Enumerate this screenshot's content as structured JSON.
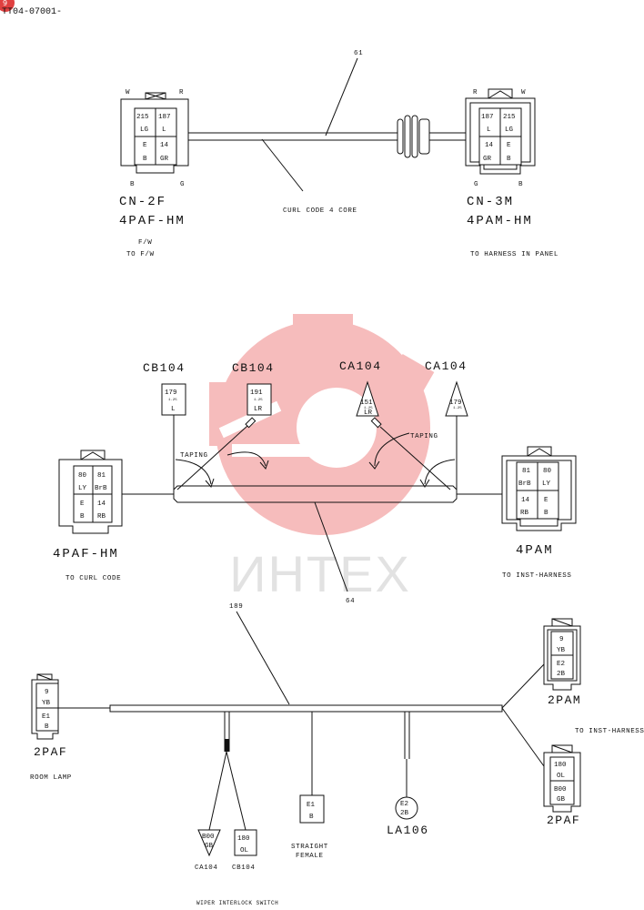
{
  "header": {
    "doc_code": "TT04-07001-",
    "page_badge": "9"
  },
  "watermark": {
    "text": "ИНТЕХ",
    "color": "#f4a6a6"
  },
  "top_section": {
    "wire_number": "61",
    "left_connector": {
      "name": "CN-2F",
      "type": "4PAF-HM",
      "sub1": "F/W",
      "sub2": "TO F/W",
      "top_left": "W",
      "top_right": "R",
      "bottom_left": "B",
      "bottom_right": "G",
      "cells": [
        "215",
        "187",
        "LG",
        "L",
        "E",
        "14",
        "B",
        "GR"
      ]
    },
    "cable_label": "CURL CODE 4 CORE",
    "right_connector": {
      "name": "CN-3M",
      "type": "4PAM-HM",
      "sub": "TO HARNESS IN PANEL",
      "top_left": "R",
      "top_right": "W",
      "bottom_left": "G",
      "bottom_right": "B",
      "cells": [
        "187",
        "215",
        "L",
        "LG",
        "14",
        "E",
        "GR",
        "B"
      ]
    }
  },
  "middle_section": {
    "labels": [
      "CB104",
      "CB104",
      "CA104",
      "CA104"
    ],
    "tags": [
      {
        "num": "179",
        "gauge": "1.25",
        "color": "L"
      },
      {
        "num": "191",
        "gauge": "1.25",
        "color": "LR"
      },
      {
        "num": "151",
        "gauge": "1.25",
        "color": "LR"
      },
      {
        "num": "179",
        "gauge": "1.25",
        "color": ""
      }
    ],
    "taping": "TAPING",
    "wire_number": "64",
    "left_connector": {
      "type": "4PAF-HM",
      "sub": "TO CURL CODE",
      "cells": [
        "80",
        "81",
        "LY",
        "BrB",
        "E",
        "14",
        "B",
        "RB"
      ]
    },
    "right_connector": {
      "type": "4PAM",
      "sub": "TO INST-HARNESS",
      "cells": [
        "81",
        "80",
        "BrB",
        "LY",
        "14",
        "E",
        "RB",
        "B"
      ]
    }
  },
  "bottom_section": {
    "wire_number": "189",
    "left_connector": {
      "type": "2PAF",
      "sub": "ROOM LAMP",
      "cells": [
        "9",
        "YB",
        "E1",
        "B"
      ]
    },
    "right_top_connector": {
      "type": "2PAM",
      "cells": [
        "9",
        "YB",
        "E2",
        "2B"
      ]
    },
    "to_inst": "TO INST-HARNESS",
    "right_bottom_connector": {
      "type": "2PAF",
      "cells": [
        "180",
        "OL",
        "B00",
        "GB"
      ]
    },
    "tri_tag": {
      "num": "B00",
      "color": "GB"
    },
    "sq_tag": {
      "num": "180",
      "color": "OL"
    },
    "split_labels": [
      "CA104",
      "CB104"
    ],
    "split_caption": "WIPER INTERLOCK SWITCH",
    "straight_tag": {
      "num": "E1",
      "color": "B"
    },
    "straight_caption1": "STRAIGHT",
    "straight_caption2": "FEMALE",
    "round_tag": {
      "num": "E2",
      "color": "2B"
    },
    "round_label": "LA106"
  }
}
